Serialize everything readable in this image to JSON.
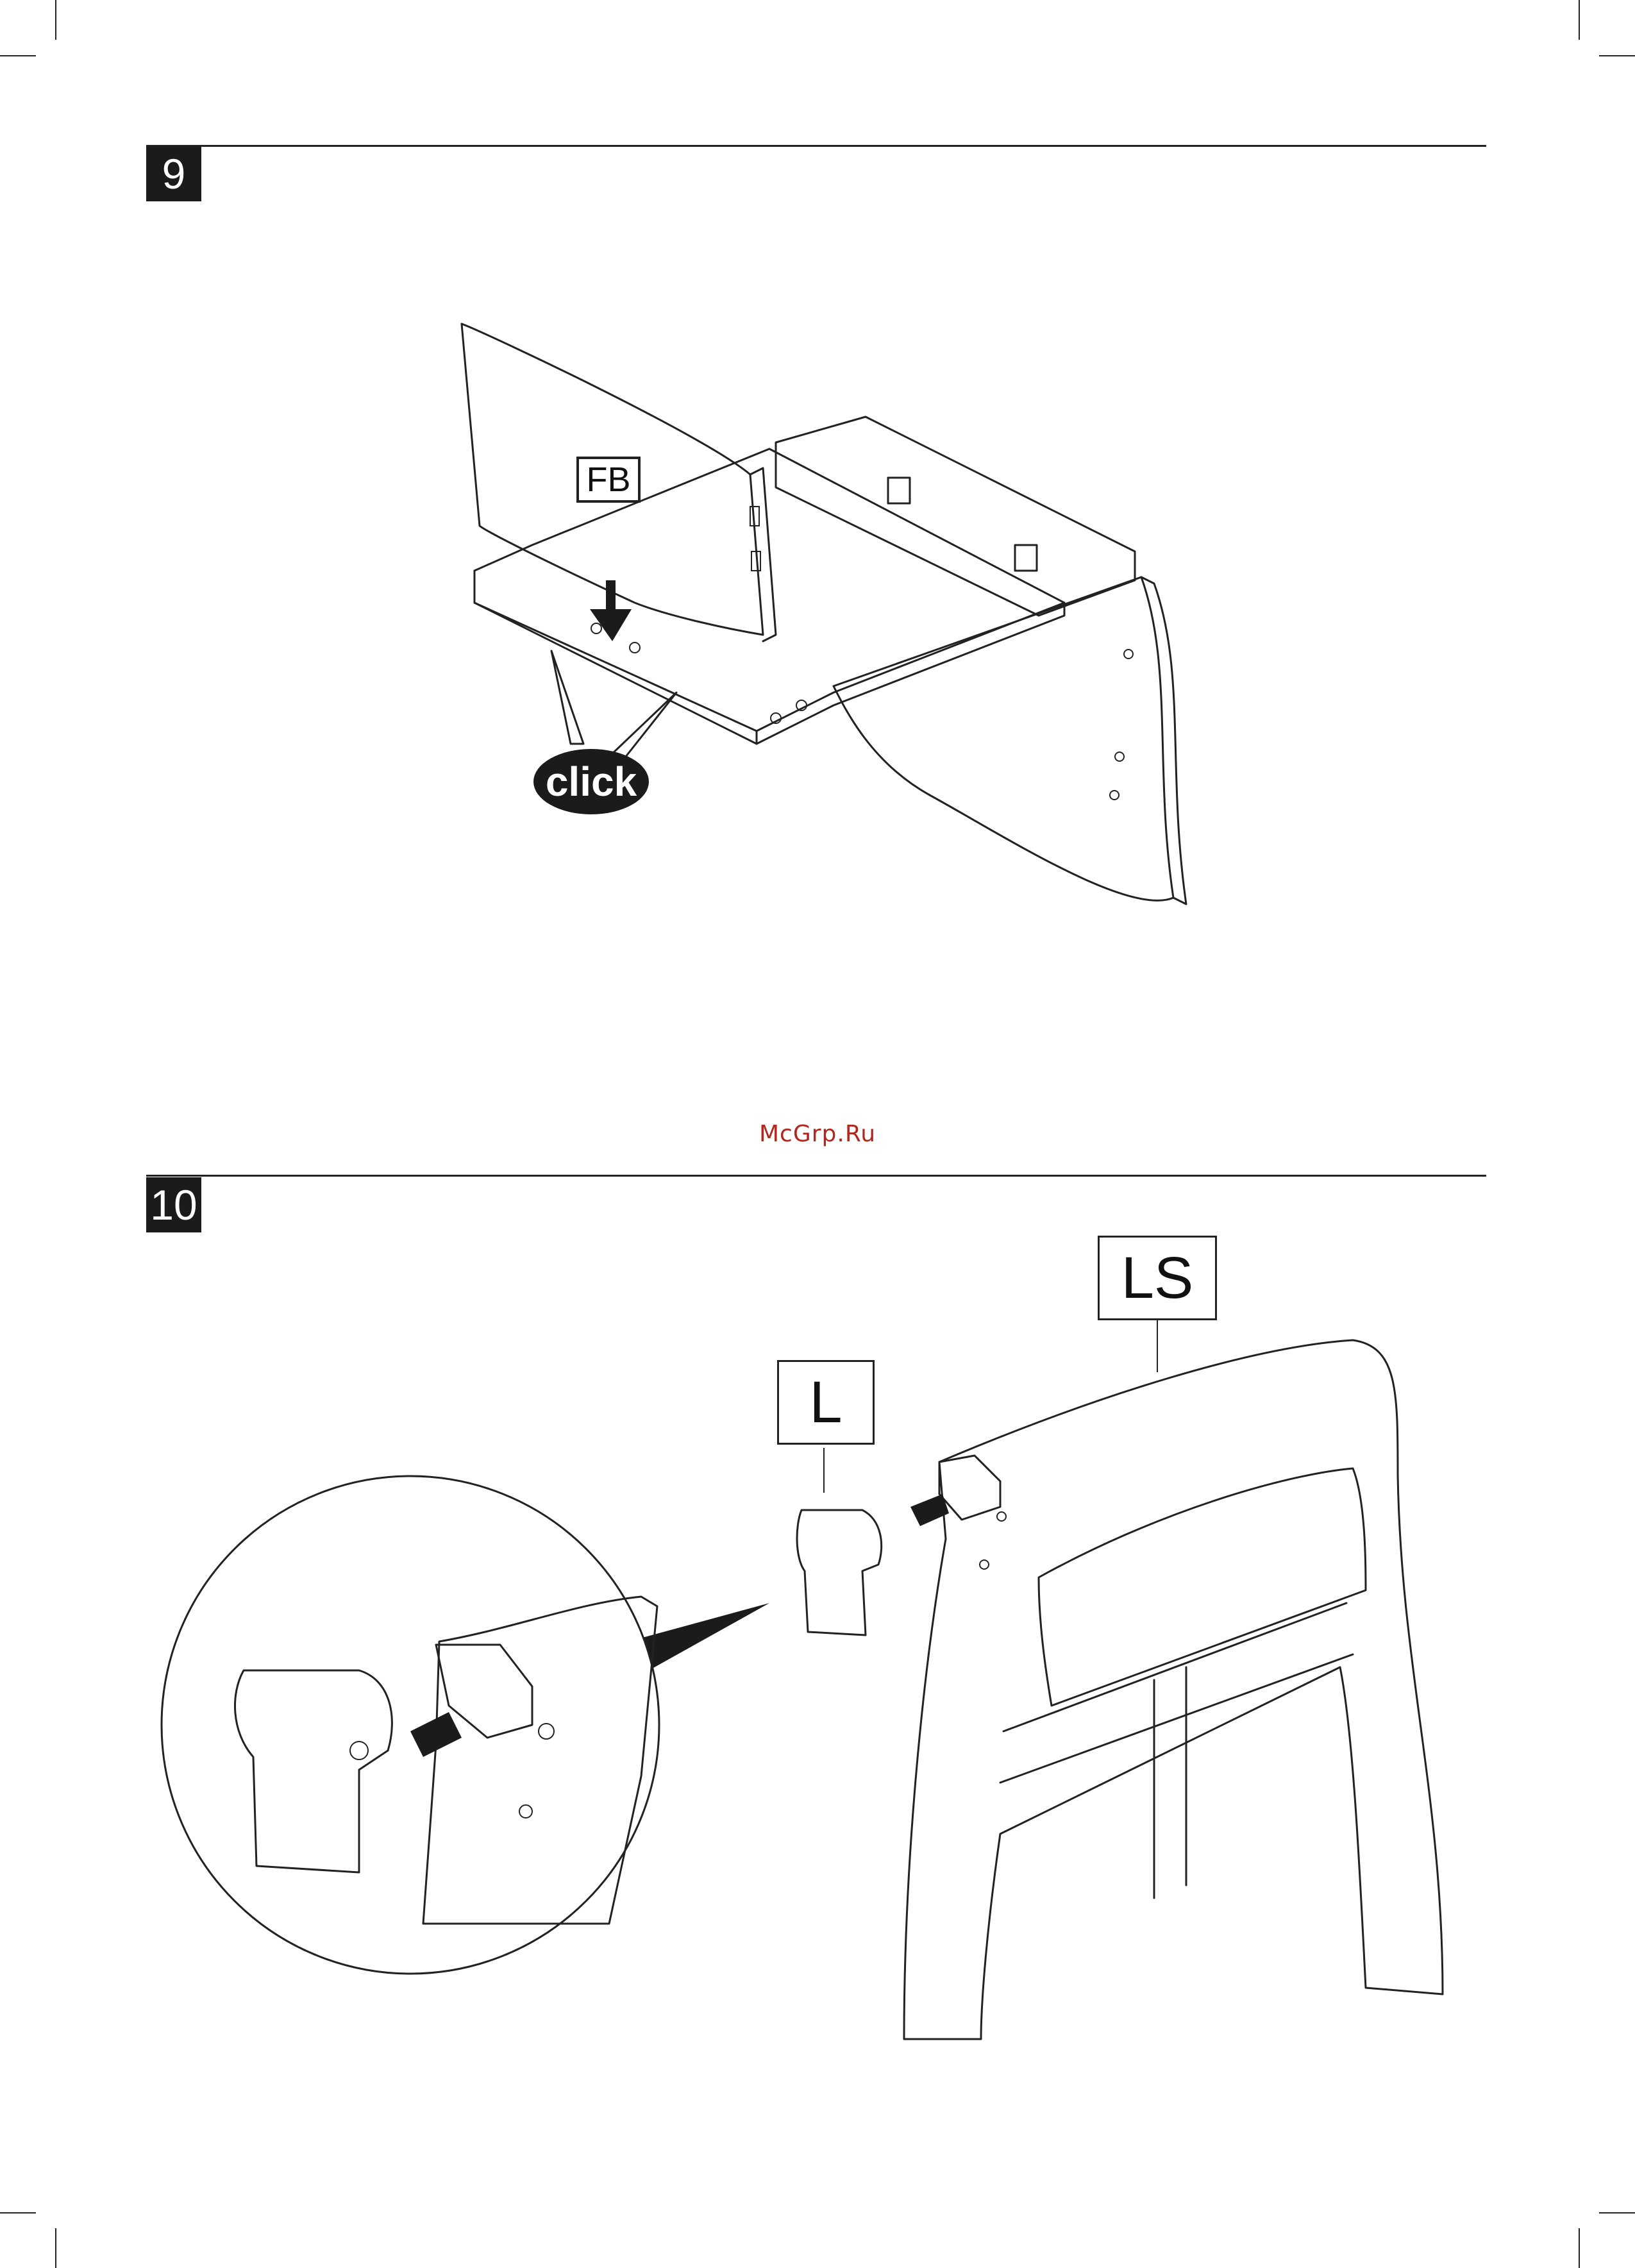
{
  "page": {
    "watermark": "McGrp.Ru",
    "colors": {
      "ink": "#1b1b1b",
      "paper": "#ffffff",
      "watermark": "#b3261e"
    }
  },
  "steps": [
    {
      "number": "9",
      "part_label": "FB",
      "callout": "click"
    },
    {
      "number": "10",
      "part_labels": [
        "L",
        "LS"
      ]
    }
  ]
}
